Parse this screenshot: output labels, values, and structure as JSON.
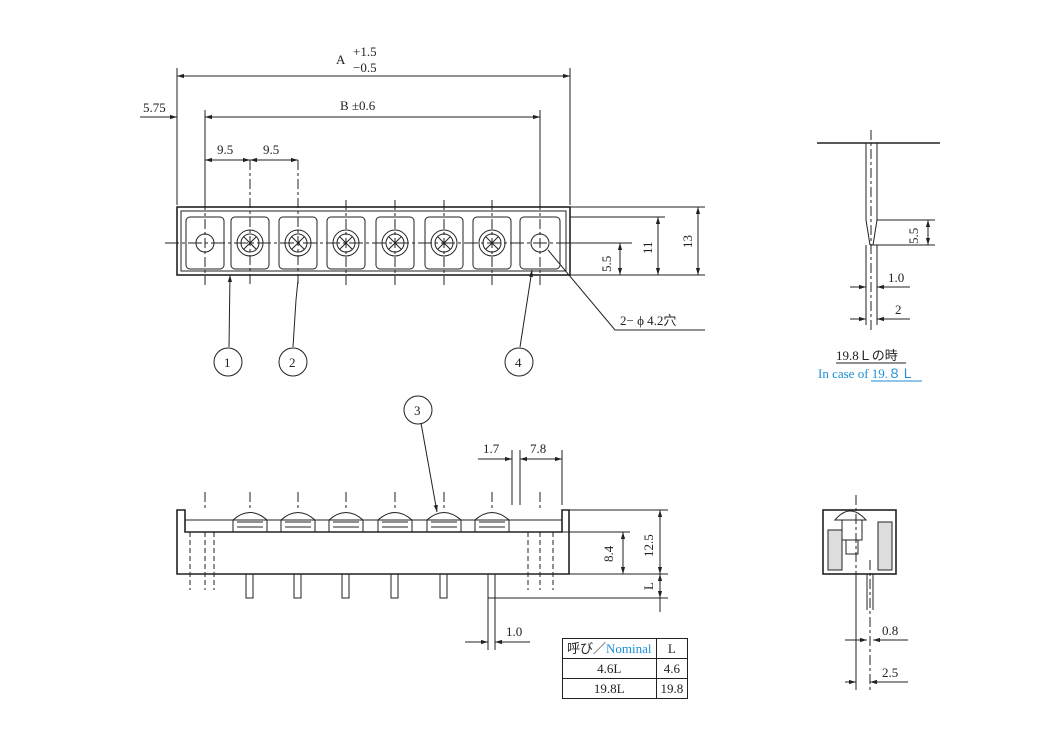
{
  "top_view": {
    "dim_a": "A",
    "dim_a_tol_plus": "+1.5",
    "dim_a_tol_minus": "−0.5",
    "dim_b": "B ±0.6",
    "dim_offset": "5.75",
    "pitch_1": "9.5",
    "pitch_2": "9.5",
    "height_55": "5.5",
    "height_11": "11",
    "height_13": "13",
    "hole_note": "2− ϕ 4.2穴",
    "callouts": [
      "1",
      "2",
      "4"
    ]
  },
  "side_view": {
    "callout": "3",
    "dim_17": "1.7",
    "dim_78": "7.8",
    "dim_84": "8.4",
    "dim_125": "12.5",
    "dim_L": "L",
    "dim_10": "1.0"
  },
  "pin_detail": {
    "dim_55": "5.5",
    "dim_10": "1.0",
    "dim_2": "2",
    "caption_jp": "19.8Ｌの時",
    "caption_en": "In case of 19.８Ｌ"
  },
  "end_view": {
    "dim_08": "0.8",
    "dim_25": "2.5"
  },
  "table": {
    "header_nominal_jp": "呼び／",
    "header_nominal_en": "Nominal",
    "header_L": "L",
    "rows": [
      {
        "nominal": "4.6L",
        "L": "4.6"
      },
      {
        "nominal": "19.8L",
        "L": "19.8"
      }
    ]
  }
}
